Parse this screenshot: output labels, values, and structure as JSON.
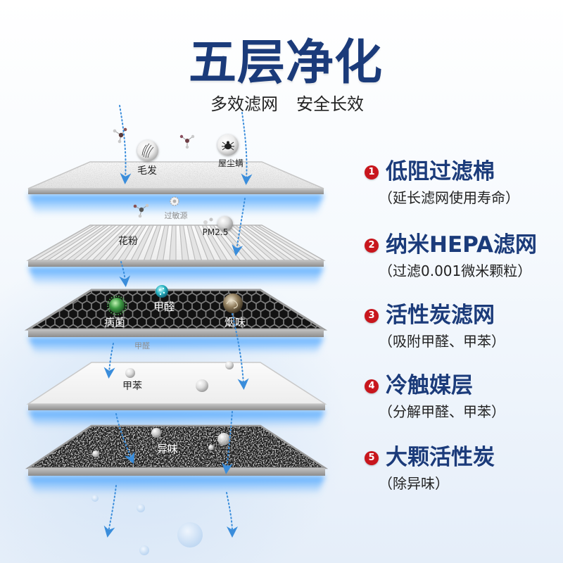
{
  "header": {
    "title": "五层净化",
    "subtitle_left": "多效滤网",
    "subtitle_right": "安全长效"
  },
  "layers": [
    {
      "number": "1",
      "name": "低阻过滤棉",
      "desc": "（延长滤网使用寿命）"
    },
    {
      "number": "2",
      "name": "纳米HEPA滤网",
      "desc": "（过滤0.001微米颗粒）"
    },
    {
      "number": "3",
      "name": "活性炭滤网",
      "desc": "（吸附甲醛、甲苯）"
    },
    {
      "number": "4",
      "name": "冷触媒层",
      "desc": "（分解甲醛、甲苯）"
    },
    {
      "number": "5",
      "name": "大颗活性炭",
      "desc": "（除异味）"
    }
  ],
  "diagram": {
    "layer1": {
      "hair": "毛发",
      "dust_mite": "屋尘螨"
    },
    "layer2": {
      "allergen": "过敏源",
      "pollen": "花粉",
      "pm25": "PM2.5"
    },
    "layer3": {
      "formaldehyde": "甲醛",
      "bacteria": "病菌",
      "smoke": "烟味",
      "formaldehyde_below": "甲醛"
    },
    "layer4": {
      "toluene": "甲苯"
    },
    "layer5": {
      "odor": "异味"
    }
  },
  "icons": [
    "hair-icon",
    "dust-mite-icon",
    "molecule-icon",
    "allergen-icon",
    "pm25-particle-icon",
    "bacteria-icon",
    "formaldehyde-icon",
    "smoke-icon",
    "bubble-icon",
    "airflow-arrow-icon",
    "number-badge-icon"
  ],
  "colors": {
    "title": "#1b3b7a",
    "badge": "#c8161d",
    "airflow": "#3a8ddb",
    "glow": "#4da6ff"
  }
}
